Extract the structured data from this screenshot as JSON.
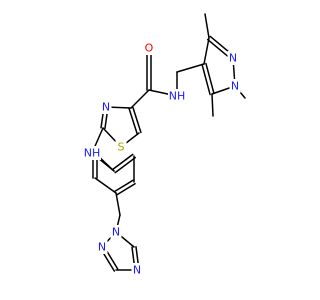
{
  "molecule": {
    "type": "chemical-structure",
    "colors": {
      "bond": "#000000",
      "N": "#1a1aff",
      "O": "#ff0000",
      "S": "#b2a100"
    },
    "atoms": {
      "o1": {
        "text": "O",
        "element": "O"
      },
      "nh1": {
        "text": "NH",
        "element": "N",
        "hydrogens": 1
      },
      "n_tz": {
        "text": "N",
        "element": "N"
      },
      "s_tz": {
        "text": "S",
        "element": "S"
      },
      "nh2": {
        "text": "NH",
        "element": "N",
        "hydrogens": 1
      },
      "n_pz1": {
        "text": "N",
        "element": "N"
      },
      "n_pz2": {
        "text": "N",
        "element": "N"
      },
      "n_tr1": {
        "text": "N",
        "element": "N"
      },
      "n_tr2": {
        "text": "N",
        "element": "N"
      },
      "n_tr4": {
        "text": "N",
        "element": "N"
      }
    }
  }
}
